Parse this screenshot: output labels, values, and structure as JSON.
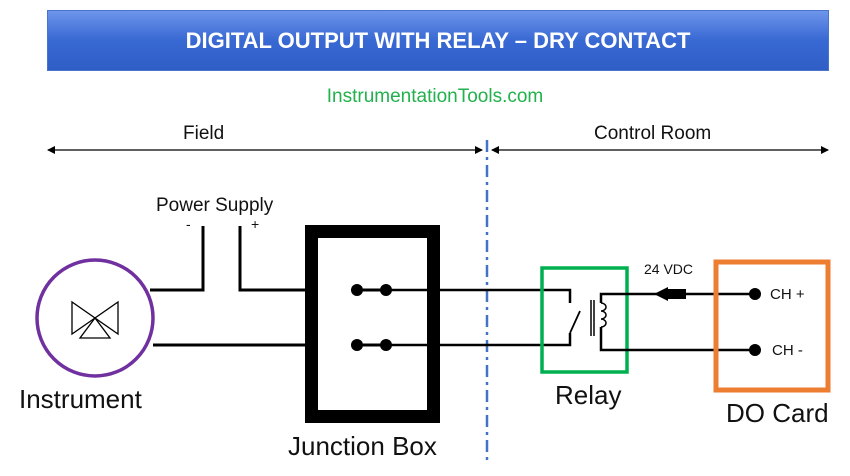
{
  "header": {
    "title": "DIGITAL OUTPUT WITH RELAY – DRY CONTACT",
    "subtitle": "InstrumentationTools.com"
  },
  "zones": {
    "field": "Field",
    "control_room": "Control Room"
  },
  "power_supply": {
    "label": "Power Supply",
    "minus": "-",
    "plus": "+"
  },
  "components": {
    "instrument": "Instrument",
    "junction_box": "Junction Box",
    "relay": "Relay",
    "do_card": "DO Card"
  },
  "signals": {
    "voltage": "24 VDC",
    "ch_plus": "CH +",
    "ch_minus": "CH -"
  },
  "colors": {
    "title_bar": "#3868d3",
    "subtitle": "#22b14c",
    "instrument_circle": "#7030a0",
    "relay_box": "#00b050",
    "do_card_box": "#ed7d31",
    "divider": "#4472c4",
    "wire": "#000000"
  }
}
